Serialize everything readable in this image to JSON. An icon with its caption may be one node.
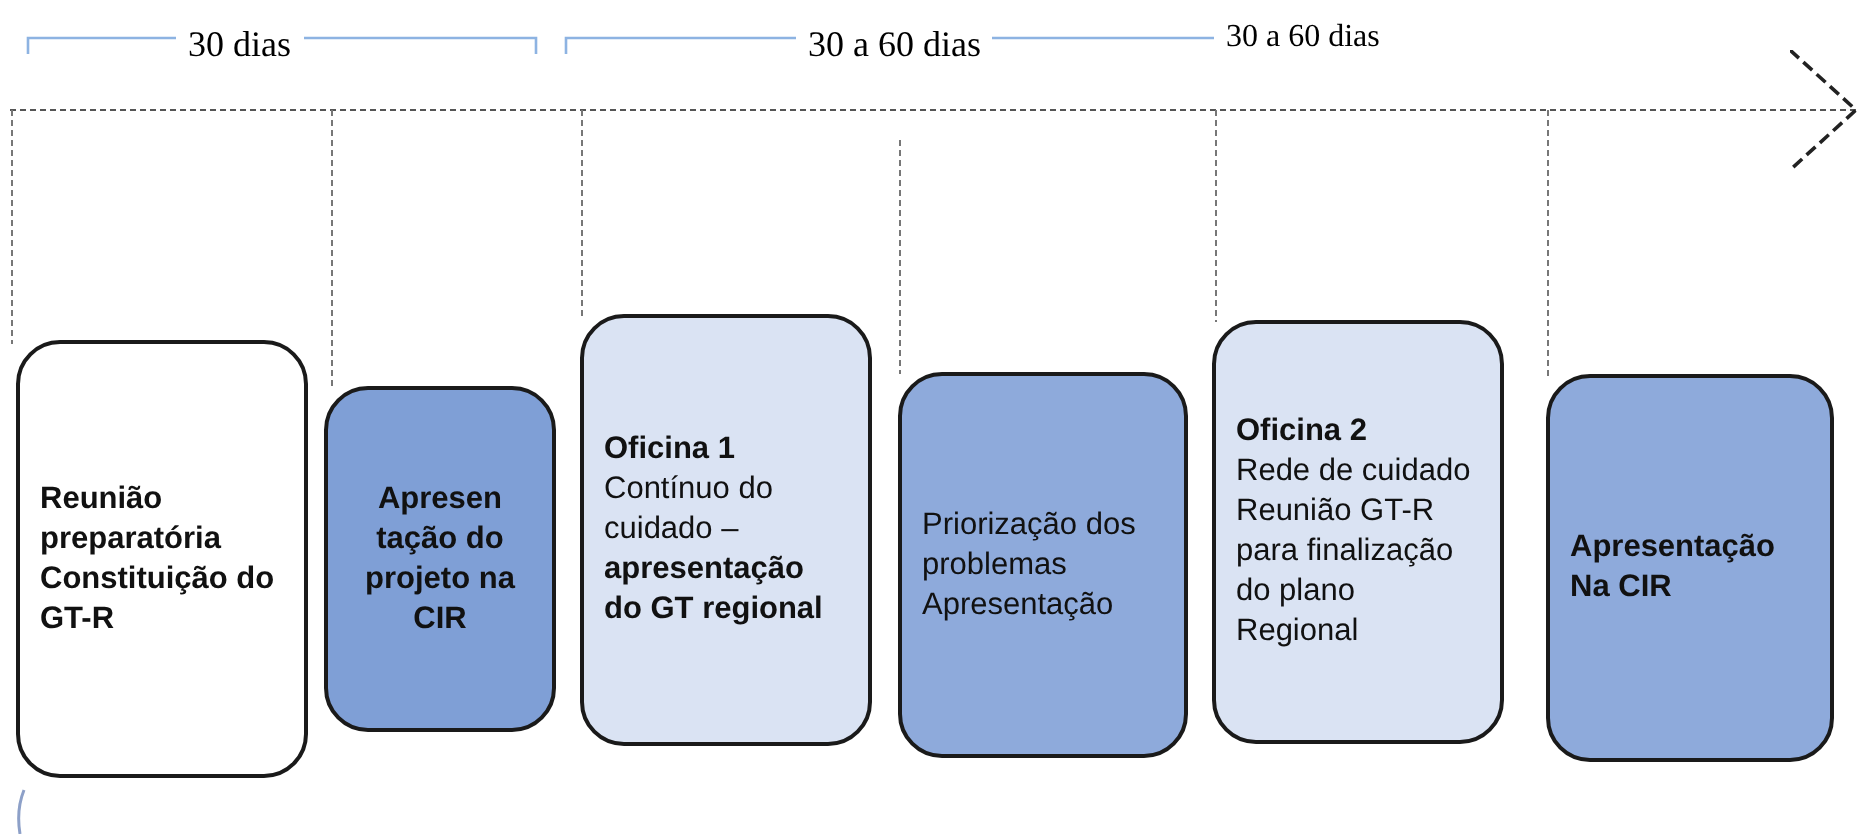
{
  "diagram": {
    "nodes": [
      {
        "text": [
          "Reunião preparatória Constituição do GT-R"
        ]
      },
      {
        "text": [
          "Apresen tação do projeto na CIR"
        ]
      },
      {
        "text": [
          "Oficina 1",
          "Contínuo do cuidado – **apresentação do GT regional**"
        ]
      },
      {
        "text": [
          "Priorização dos problemas Apresentação"
        ]
      },
      {
        "text": [
          "Oficina 2",
          "Rede de cuidado Reunião GT-R para finalização do plano Regional"
        ]
      },
      {
        "text": [
          "Apresentação Na CIR"
        ]
      }
    ],
    "edges": [],
    "labels": [
      "30 dias",
      "30 a 60 dias",
      "30 a 60 dias"
    ]
  }
}
